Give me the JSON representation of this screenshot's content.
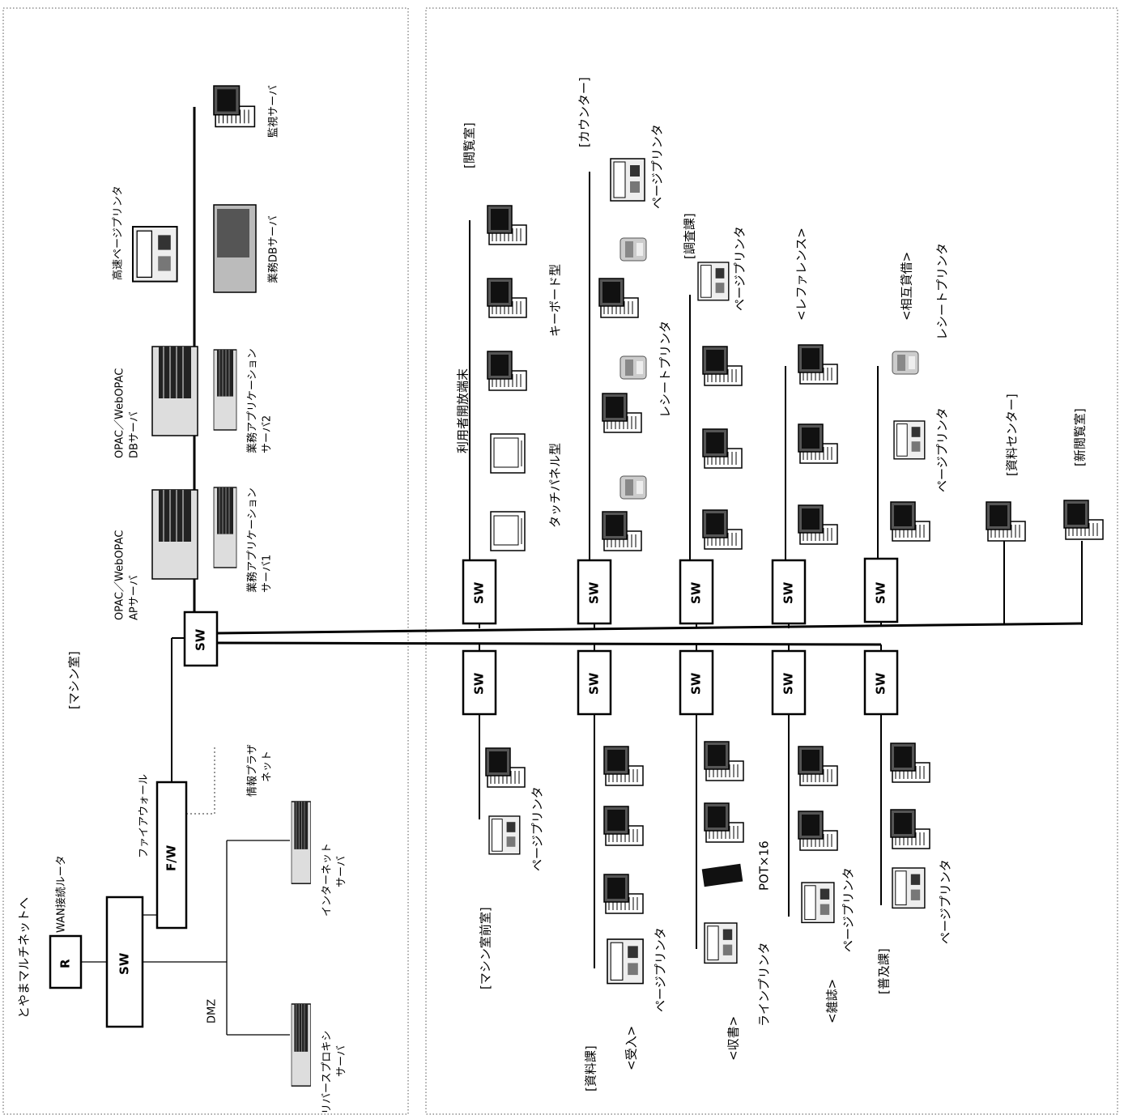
{
  "panels": {
    "machine_room": "[マシン室]"
  },
  "network": {
    "wan_to": "とやまマルチネットへ",
    "wan_router": "WAN接続ルータ",
    "router": "R",
    "switch": "SW",
    "firewall_title": "ファイアウォール",
    "firewall": "F/W",
    "dmz": "DMZ",
    "info_plaza": [
      "情報プラザ",
      "ネット"
    ],
    "internet_server": [
      "インターネット",
      "サーバ"
    ],
    "reverse_proxy": [
      "リバースプロキシ",
      "サーバ"
    ]
  },
  "servers": {
    "opac_ap": [
      "OPAC／WebOPAC",
      "APサーバ"
    ],
    "opac_db": [
      "OPAC／WebOPAC",
      "DBサーバ"
    ],
    "hs_printer": "高速ページプリンタ",
    "app1": [
      "業務アプリケーション",
      "サーバ1"
    ],
    "app2": [
      "業務アプリケーション",
      "サーバ2"
    ],
    "gyomu_db": "業務DBサーバ",
    "monitor": "監視サーバ"
  },
  "top_areas": {
    "reading_room": "[閲覧室]",
    "user_terminals": "利用者開放端末",
    "keyboard_type": "キーボード型",
    "touch_type": "タッチパネル型",
    "counter": "[カウンター]",
    "page_printer": "ページプリンタ",
    "receipt_printer": "レシートプリンタ",
    "research": "[調査課]",
    "reference": "<レファレンス>",
    "ill": "<相互貸借>",
    "doc_center": "[資料センター]",
    "new_reading": "[新閲覧室]"
  },
  "bottom_areas": {
    "machine_front": "[マシン室前室]",
    "page_printer": "ページプリンタ",
    "shiryo": "[資料課]",
    "ukeire": "<受入>",
    "shusho": "<収書>",
    "line_printer": "ラインプリンタ",
    "pot": "POT×16",
    "zasshi": "<雑誌>",
    "fukyu": "[普及課]"
  }
}
